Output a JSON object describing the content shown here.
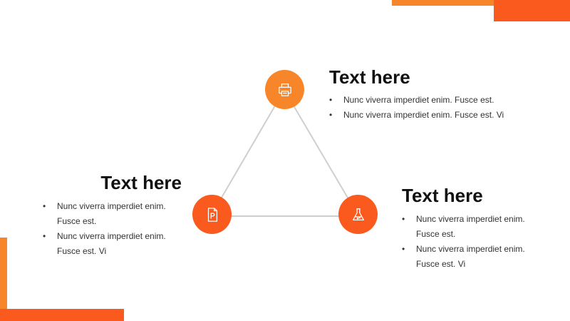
{
  "colors": {
    "accent_orange": "#f7862a",
    "accent_red_orange": "#fb5a1e",
    "connector_gray": "#cfcfcf"
  },
  "nodes": {
    "top": {
      "icon": "printer-icon",
      "color": "#f7862a"
    },
    "left": {
      "icon": "powerpoint-file-icon",
      "color": "#fb5a1e"
    },
    "right": {
      "icon": "flask-icon",
      "color": "#fb5a1e"
    }
  },
  "blocks": {
    "top": {
      "title": "Text here",
      "bullets": [
        "Nunc viverra  imperdiet enim. Fusce est.",
        "Nunc viverra  imperdiet enim. Fusce est. Vi"
      ]
    },
    "left": {
      "title": "Text here",
      "bullets": [
        "Nunc viverra  imperdiet enim. Fusce est.",
        "Nunc viverra  imperdiet enim. Fusce est. Vi"
      ]
    },
    "right": {
      "title": "Text here",
      "bullets": [
        "Nunc viverra  imperdiet enim. Fusce est.",
        "Nunc viverra  imperdiet enim. Fusce est. Vi"
      ]
    }
  }
}
